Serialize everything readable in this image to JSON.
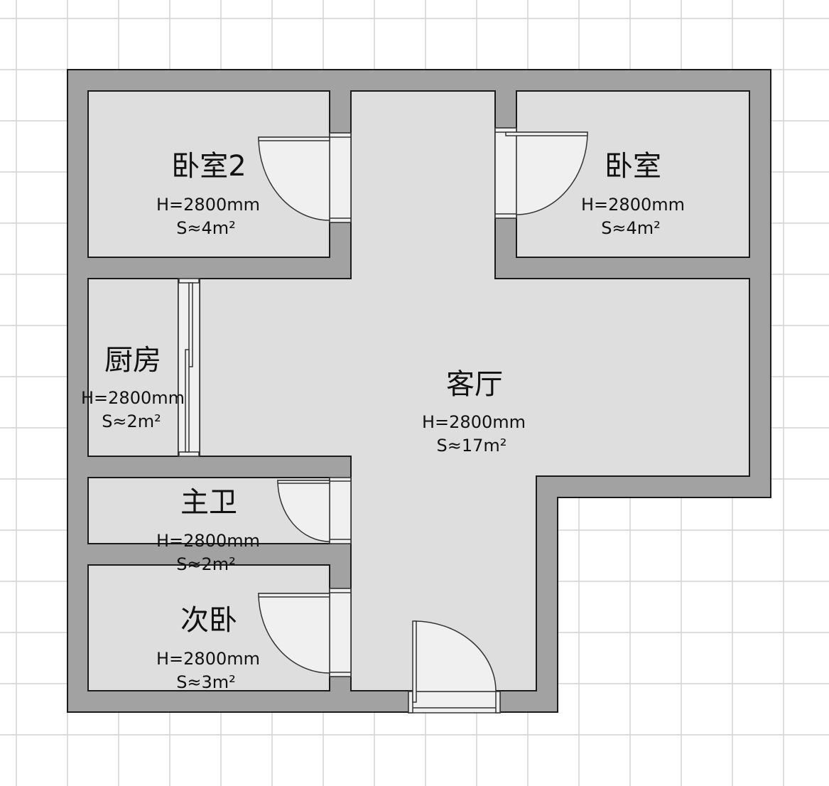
{
  "rooms": [
    {
      "name": "卧室2",
      "height": "H=2800mm",
      "area": "S≈4m²"
    },
    {
      "name": "卧室",
      "height": "H=2800mm",
      "area": "S≈4m²"
    },
    {
      "name": "厨房",
      "height": "H=2800mm",
      "area": "S≈2m²"
    },
    {
      "name": "客厅",
      "height": "H=2800mm",
      "area": "S≈17m²"
    },
    {
      "name": "主卫",
      "height": "H=2800mm",
      "area": "S≈2m²"
    },
    {
      "name": "次卧",
      "height": "H=2800mm",
      "area": "S≈3m²"
    }
  ],
  "colors": {
    "wall": "#a2a2a2",
    "room": "#dedede",
    "grid": "#d4d4d4"
  }
}
